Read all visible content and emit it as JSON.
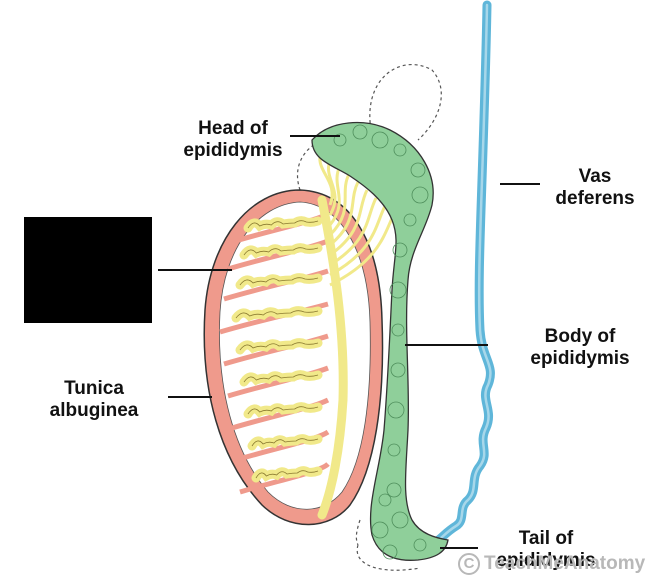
{
  "diagram": {
    "labels": {
      "head": "Head of\nepididymis",
      "vas": "Vas\ndeferens",
      "tunica": "Tunica\nalbuginea",
      "body": "Body of\nepididymis",
      "tail": "Tail of\nepididymis"
    },
    "watermark": {
      "text": "TeachMeAnatomy",
      "logo_letter": "C"
    },
    "colors": {
      "tunica": "#ef9a8c",
      "tubules": "#f1e98a",
      "epididymis": "#8fcf9a",
      "vas_deferens": "#5fb6d9",
      "outline": "#333333",
      "redaction": "#000000"
    }
  }
}
